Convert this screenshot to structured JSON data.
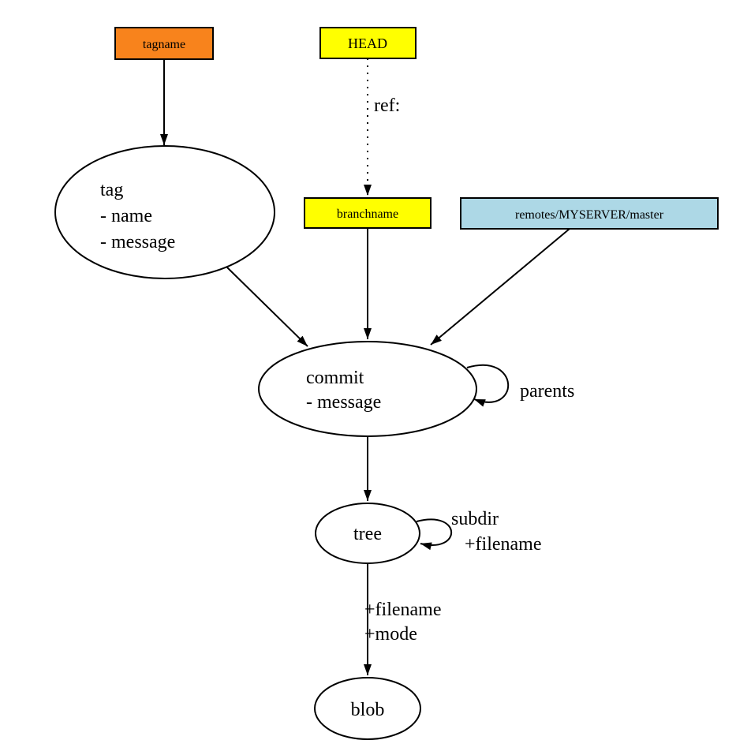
{
  "diagram": {
    "background": "#FFFFFF",
    "line_color": "#000000",
    "nodes": {
      "tagname": {
        "label": "tagname",
        "shape": "box",
        "fill": "#F8831C"
      },
      "head": {
        "label": "HEAD",
        "shape": "box",
        "fill": "#FFFF00"
      },
      "tag": {
        "shape": "ellipse",
        "fill": "#FFFFFF",
        "lines": [
          "tag",
          "- name",
          "- message"
        ]
      },
      "branchname": {
        "label": "branchname",
        "shape": "box",
        "fill": "#FFFF00"
      },
      "remote": {
        "label": "remotes/MYSERVER/master",
        "shape": "box",
        "fill": "#ADD8E6"
      },
      "commit": {
        "shape": "ellipse",
        "fill": "#FFFFFF",
        "lines": [
          "commit",
          "- message"
        ]
      },
      "tree": {
        "label": "tree",
        "shape": "ellipse",
        "fill": "#FFFFFF"
      },
      "blob": {
        "label": "blob",
        "shape": "ellipse",
        "fill": "#FFFFFF"
      }
    },
    "edges": {
      "head_branchname": {
        "label": "ref:",
        "style": "dotted"
      },
      "commit_self": {
        "label": "parents"
      },
      "tree_self": {
        "lines": [
          "subdir",
          "+filename"
        ]
      },
      "tree_blob": {
        "lines": [
          "+filename",
          "+mode"
        ]
      }
    }
  }
}
